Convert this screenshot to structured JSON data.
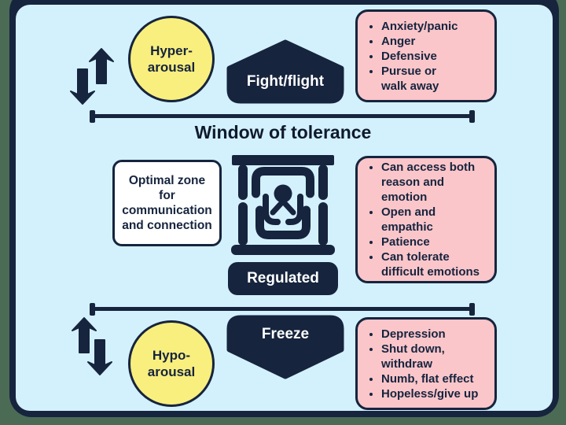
{
  "colors": {
    "outer-bg": "#4c6b55",
    "navy": "#16243e",
    "panel-blue": "#d3f1fc",
    "yellow": "#f9ef7e",
    "pink": "#fac6ca",
    "white": "#ffffff",
    "title-text": "#0f1a2e"
  },
  "title": "Window of tolerance",
  "hyper": {
    "circle_label": "Hyper-\narousal",
    "shape_label": "Fight/flight",
    "bullets": [
      "Anxiety/panic",
      "Anger",
      "Defensive",
      "Pursue or\nwalk away"
    ]
  },
  "regulated": {
    "optimal_label": "Optimal zone\nfor\ncommunication\nand connection",
    "shape_label": "Regulated",
    "bullets": [
      "Can access both\nreason and\nemotion",
      "Open and empathic",
      "Patience",
      "Can tolerate\ndifficult emotions"
    ]
  },
  "hypo": {
    "circle_label": "Hypo-\narousal",
    "shape_label": "Freeze",
    "bullets": [
      "Depression",
      "Shut down,\nwithdraw",
      "Numb, flat effect",
      "Hopeless/give up"
    ]
  },
  "icons": {
    "top_arrows": "up-down-arrows",
    "bottom_arrows": "up-down-arrows",
    "center_icon": "person-held-in-frame-care-hands"
  }
}
